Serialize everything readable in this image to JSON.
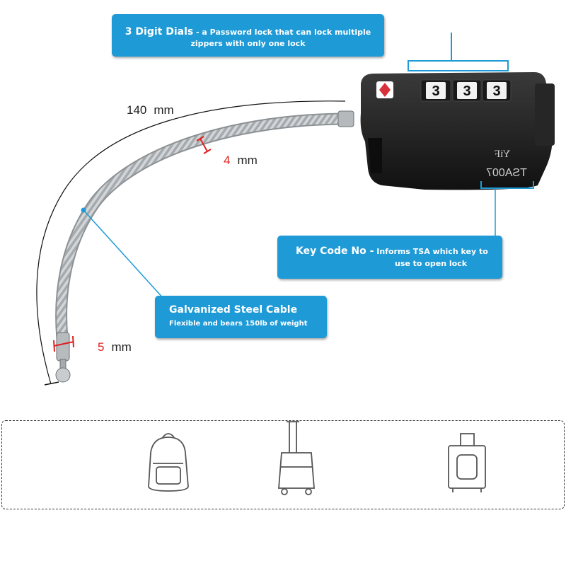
{
  "callouts": {
    "dials": {
      "title": "3 Digit Dials",
      "desc_line1": " - a Password lock that can lock multiple",
      "desc_line2": "zippers with only one lock"
    },
    "key_code": {
      "title": "Key Code No -",
      "desc_line1": " Informs TSA which key to",
      "desc_line2": "use to open lock"
    },
    "cable": {
      "title": "Galvanized Steel Cable",
      "desc": "Flexible and bears 150lb of weight"
    }
  },
  "dimensions": {
    "length": {
      "value": "140",
      "unit": "mm"
    },
    "cable_diameter": {
      "value": "4",
      "unit": "mm"
    },
    "tip_diameter": {
      "value": "5",
      "unit": "mm"
    }
  },
  "lock": {
    "dial_digits": [
      "3",
      "3",
      "3"
    ],
    "model_code": "TSA007",
    "brand": "YiF",
    "body_color": "#1c1c1c",
    "tsa_mark_color": "#d8313a"
  },
  "usage_icons": [
    "backpack-icon",
    "rolling-bag-icon",
    "suitcase-icon"
  ],
  "colors": {
    "callout_bg": "#1e9ad6",
    "dimension_red": "#e02020"
  }
}
